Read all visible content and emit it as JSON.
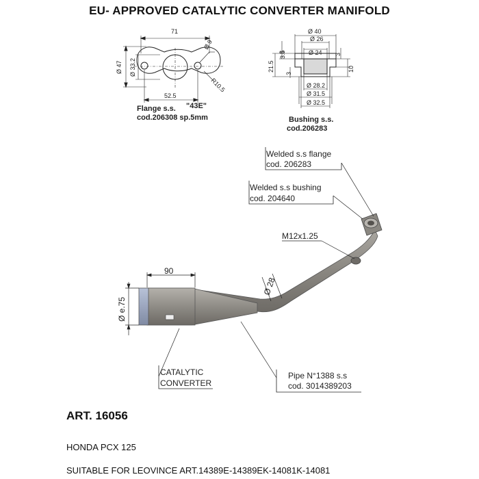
{
  "title": "EU- APPROVED CATALYTIC CONVERTER MANIFOLD",
  "flange": {
    "dims": {
      "width": "71",
      "hole": "Ø 9",
      "height": "Ø 47",
      "inner": "Ø 33.2",
      "spacing": "52.5",
      "radius": "R10.5"
    },
    "caption_line1": "Flange s.s.",
    "caption_code": "\"43E\"",
    "caption_line2": "cod.206308 sp.5mm"
  },
  "bushing": {
    "dims": {
      "d40": "Ø 40",
      "d26": "Ø 26",
      "d24": "Ø 24",
      "h35": "3.5",
      "h3a": "3",
      "h215": "21.5",
      "h3b": "3",
      "h3c": "3",
      "h10": "10",
      "d282": "Ø 28.2",
      "d315": "Ø 31.5",
      "d325": "Ø 32.5"
    },
    "caption_line1": "Bushing s.s.",
    "caption_line2": "cod.206283"
  },
  "callouts": {
    "flange_l1": "Welded s.s flange",
    "flange_l2": "cod. 206283",
    "bushing_l1": "Welded s.s bushing",
    "bushing_l2": "cod. 204640",
    "thread": "M12x1.25",
    "length": "90",
    "pipe_dia": "Ø 28",
    "cat_dia": "Ø e.75",
    "cat_l1": "CATALYTIC",
    "cat_l2": "CONVERTER",
    "pipe_l1": "Pipe N°1388 s.s",
    "pipe_l2": "cod. 3014389203"
  },
  "art": "ART. 16056",
  "model": "HONDA PCX 125",
  "suitable": "SUITABLE FOR LEOVINCE ART.14389E-14389EK-14081K-14081",
  "colors": {
    "pipe": "#8f8c86",
    "pipe_dark": "#6f6c67",
    "cat_end": "#9aa6c0",
    "line": "#222222"
  }
}
